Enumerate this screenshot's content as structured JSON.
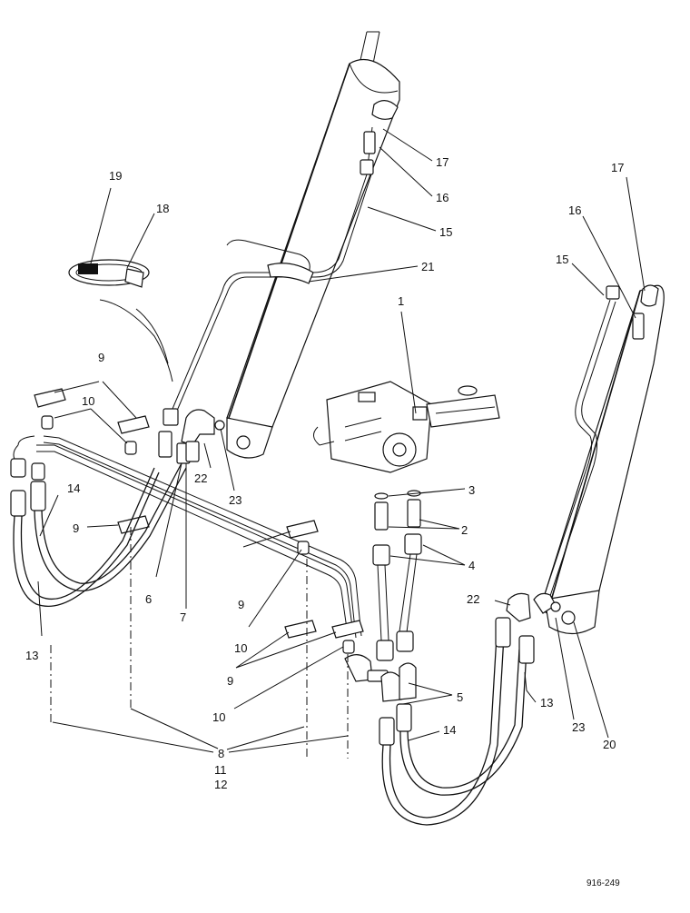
{
  "drawing_number": "916-249",
  "callouts": {
    "c1": "1",
    "c2": "2",
    "c3": "3",
    "c4": "4",
    "c5": "5",
    "c6": "6",
    "c7": "7",
    "c8": "8",
    "c9a": "9",
    "c9b": "9",
    "c9c": "9",
    "c9d": "9",
    "c10a": "10",
    "c10b": "10",
    "c10c": "10",
    "c11": "11",
    "c12": "12",
    "c13a": "13",
    "c13b": "13",
    "c14a": "14",
    "c14b": "14",
    "c15a": "15",
    "c15b": "15",
    "c16a": "16",
    "c16b": "16",
    "c17a": "17",
    "c17b": "17",
    "c18": "18",
    "c19": "19",
    "c20": "20",
    "c21": "21",
    "c22a": "22",
    "c22b": "22",
    "c23a": "23",
    "c23b": "23"
  }
}
